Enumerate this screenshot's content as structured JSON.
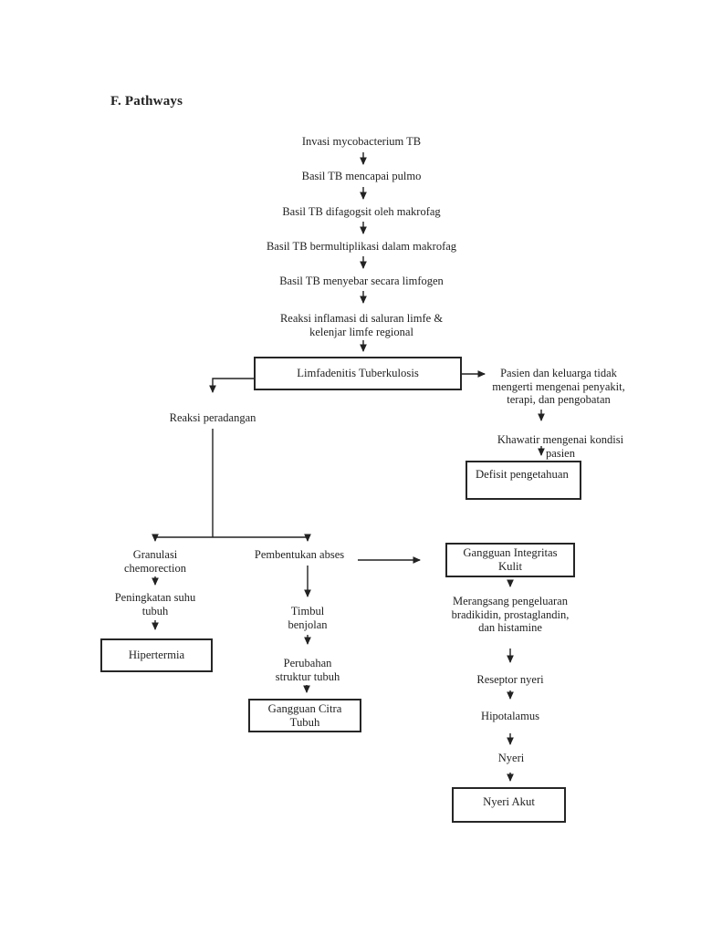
{
  "page": {
    "heading": "F. Pathways"
  },
  "flowchart": {
    "nodes": {
      "invasi": "Invasi mycobacterium TB",
      "mencapai": "Basil TB mencapai pulmo",
      "difagogsit": "Basil TB difagogsit oleh makrofag",
      "multiplikasi": "Basil TB bermultiplikasi dalam makrofag",
      "limfogen": "Basil TB menyebar secara limfogen",
      "inflamasi": "Reaksi inflamasi di saluran limfe &\nkelenjar limfe regional",
      "limfadenitis": "Limfadenitis Tuberkulosis",
      "pasien": "Pasien dan keluarga tidak\nmengerti mengenai penyakit,\nterapi, dan pengobatan",
      "khawatir": "Khawatir mengenai kondisi pasien",
      "defisit": "Defisit pengetahuan",
      "peradangan": "Reaksi peradangan",
      "granulasi": "Granulasi\nchemorection",
      "suhu": "Peningkatan suhu\ntubuh",
      "hipertermia": "Hipertermia",
      "abses": "Pembentukan abses",
      "benjolan": "Timbul\nbenjolan",
      "struktur": "Perubahan\nstruktur tubuh",
      "citra": "Gangguan Citra\nTubuh",
      "integritas": "Gangguan Integritas\nKulit",
      "merangsang": "Merangsang pengeluaran\nbradikidin, prostaglandin,\ndan histamine",
      "reseptor": "Reseptor nyeri",
      "hipotalamus": "Hipotalamus",
      "nyeri": "Nyeri",
      "nyeri_akut": "Nyeri Akut"
    }
  },
  "colors": {
    "ink": "#222222",
    "page_bg": "#ffffff"
  }
}
